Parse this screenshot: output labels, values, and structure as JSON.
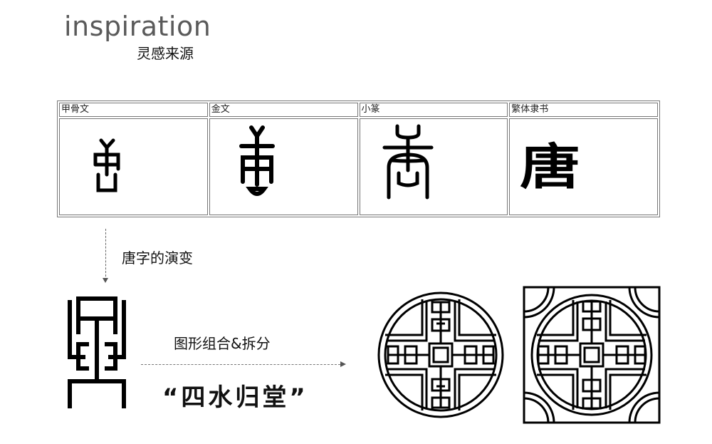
{
  "header": {
    "title_en": "inspiration",
    "title_cn": "灵感来源"
  },
  "evolution_table": {
    "columns": [
      {
        "label": "甲骨文",
        "glyph": "oracle-bone-tang-character"
      },
      {
        "label": "金文",
        "glyph": "bronze-inscription-tang-character"
      },
      {
        "label": "小篆",
        "glyph": "small-seal-tang-character"
      },
      {
        "label": "繁体隶书",
        "glyph": "clerical-script-tang-character",
        "text": "唐"
      }
    ]
  },
  "annotations": {
    "evolution_label": "唐字的演变",
    "combination_label": "图形组合&拆分",
    "name_label": "“四水归堂”"
  },
  "colors": {
    "title_gray": "#5a5a5a",
    "ink": "#111111",
    "border": "#777777",
    "background": "#ffffff"
  }
}
